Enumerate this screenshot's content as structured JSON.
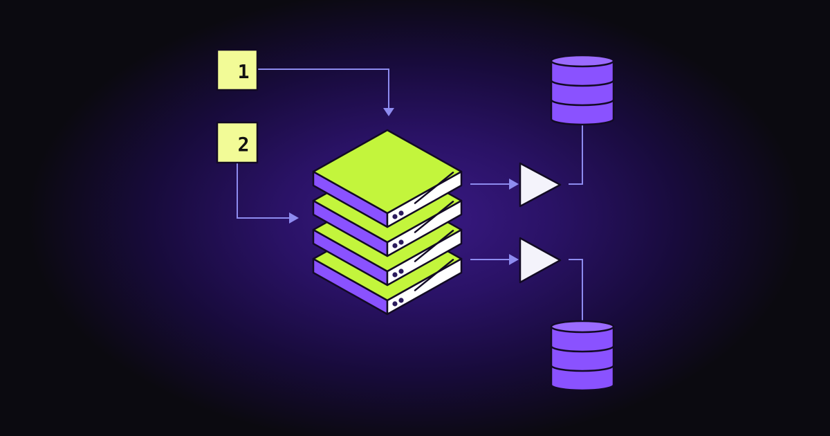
{
  "diagram": {
    "inputs": [
      {
        "label": "1"
      },
      {
        "label": "2"
      }
    ],
    "server_stack": {
      "layers": 4
    },
    "routers": 2,
    "databases": 2,
    "colors": {
      "background": "#2a1266",
      "input_box": "#f2fb97",
      "server_top": "#c3f53c",
      "server_side": "#8a52ff",
      "server_front": "#ffffff",
      "router": "#f4f3fb",
      "database": "#8a52ff",
      "connector": "#8e8cf0"
    }
  }
}
